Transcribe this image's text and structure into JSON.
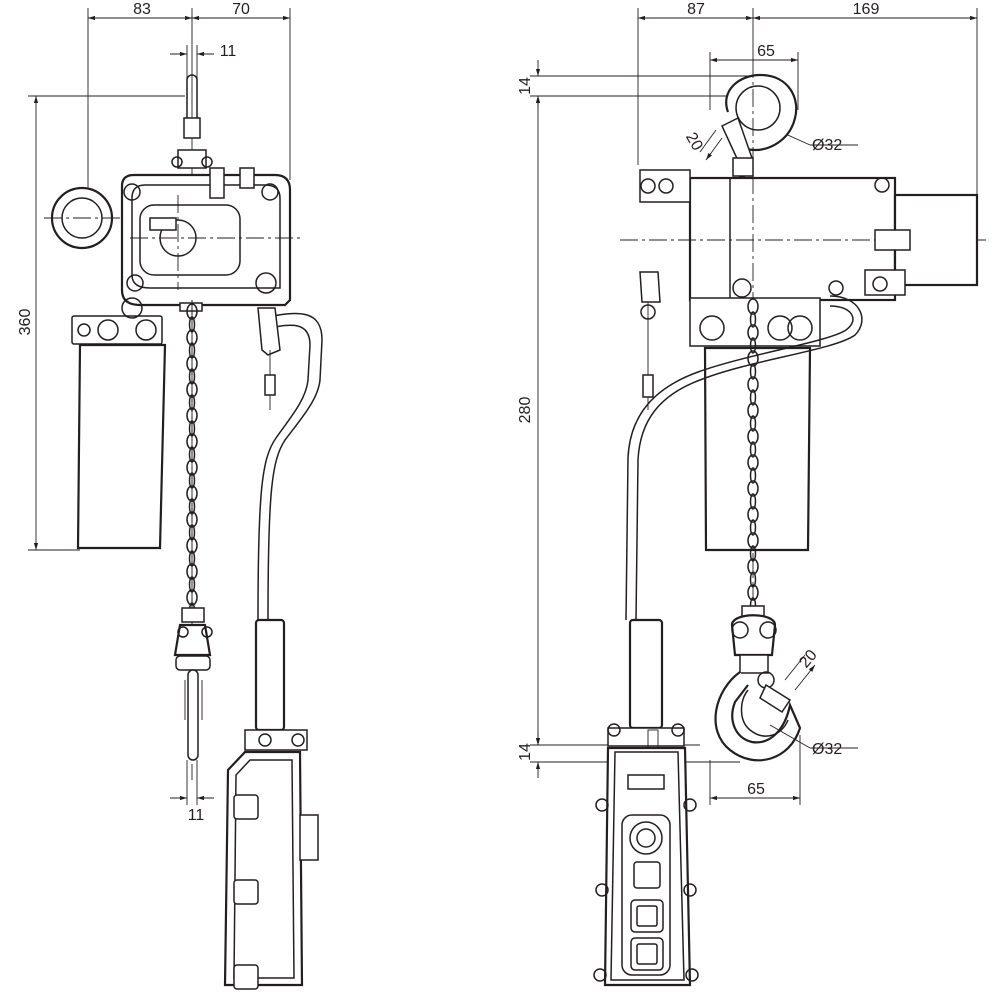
{
  "drawing": {
    "side_view": {
      "dim_top_left": "83",
      "dim_top_right": "70",
      "dim_hook_width_top": "11",
      "dim_hook_width_bottom": "11",
      "dim_height": "360"
    },
    "front_view": {
      "dim_top_left": "87",
      "dim_top_right": "169",
      "dim_top_hook_width": "65",
      "dim_top_hook_gap": "14",
      "dim_top_hook_opening": "20",
      "dim_top_hook_diameter": "Ø32",
      "dim_lift": "280",
      "dim_bottom_hook_gap": "14",
      "dim_bottom_hook_opening": "20",
      "dim_bottom_hook_diameter": "Ø32",
      "dim_bottom_hook_width": "65"
    }
  }
}
